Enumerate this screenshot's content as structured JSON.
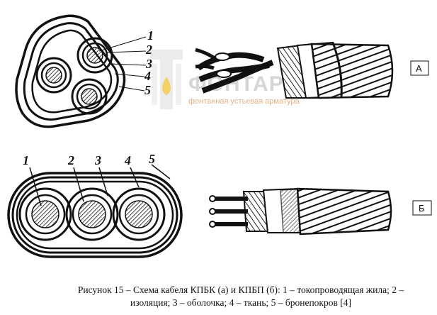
{
  "figure": {
    "callouts_top": [
      "1",
      "2",
      "3",
      "4",
      "5"
    ],
    "callouts_bottom": [
      "1",
      "2",
      "3",
      "4",
      "5"
    ],
    "label_a": "А",
    "label_b": "Б"
  },
  "watermark": {
    "title": "ФОНТАР",
    "subtitle": "фонтанная устьевая арматура"
  },
  "caption": {
    "line1": "Рисунок 15 – Схема кабеля КПБК (а) и КПБП (б): 1 – токопроводящая жила; 2 –",
    "line2": "изоляция; 3 – оболочка; 4 – ткань; 5 – бронепокров [4]"
  }
}
